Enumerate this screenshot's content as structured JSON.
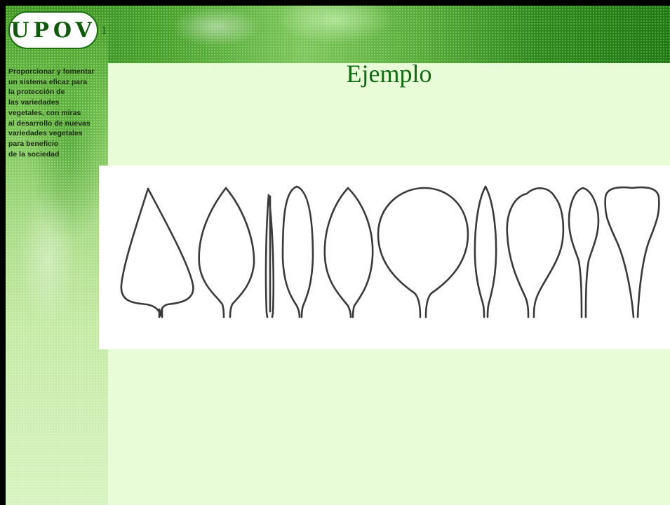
{
  "logo": {
    "text": "UPOV",
    "mark": "1"
  },
  "mission_lines": [
    "Proporcionar y fomentar",
    "un sistema eficaz para",
    "la protección de",
    "las variedades",
    "vegetales, con miras",
    "al desarrollo de nuevas",
    "variedades vegetales",
    "para beneficio",
    "de la sociedad"
  ],
  "slide": {
    "title": "Ejemplo"
  },
  "figure": {
    "subject": "leaf-shape-outlines",
    "count": 10,
    "stroke_color": "#3a3a3a"
  },
  "colors": {
    "slide_background": "#e8fcd8",
    "title": "#0d6b10",
    "logo_text": "#0f5a0b",
    "header_green": "#2f8a1c"
  }
}
